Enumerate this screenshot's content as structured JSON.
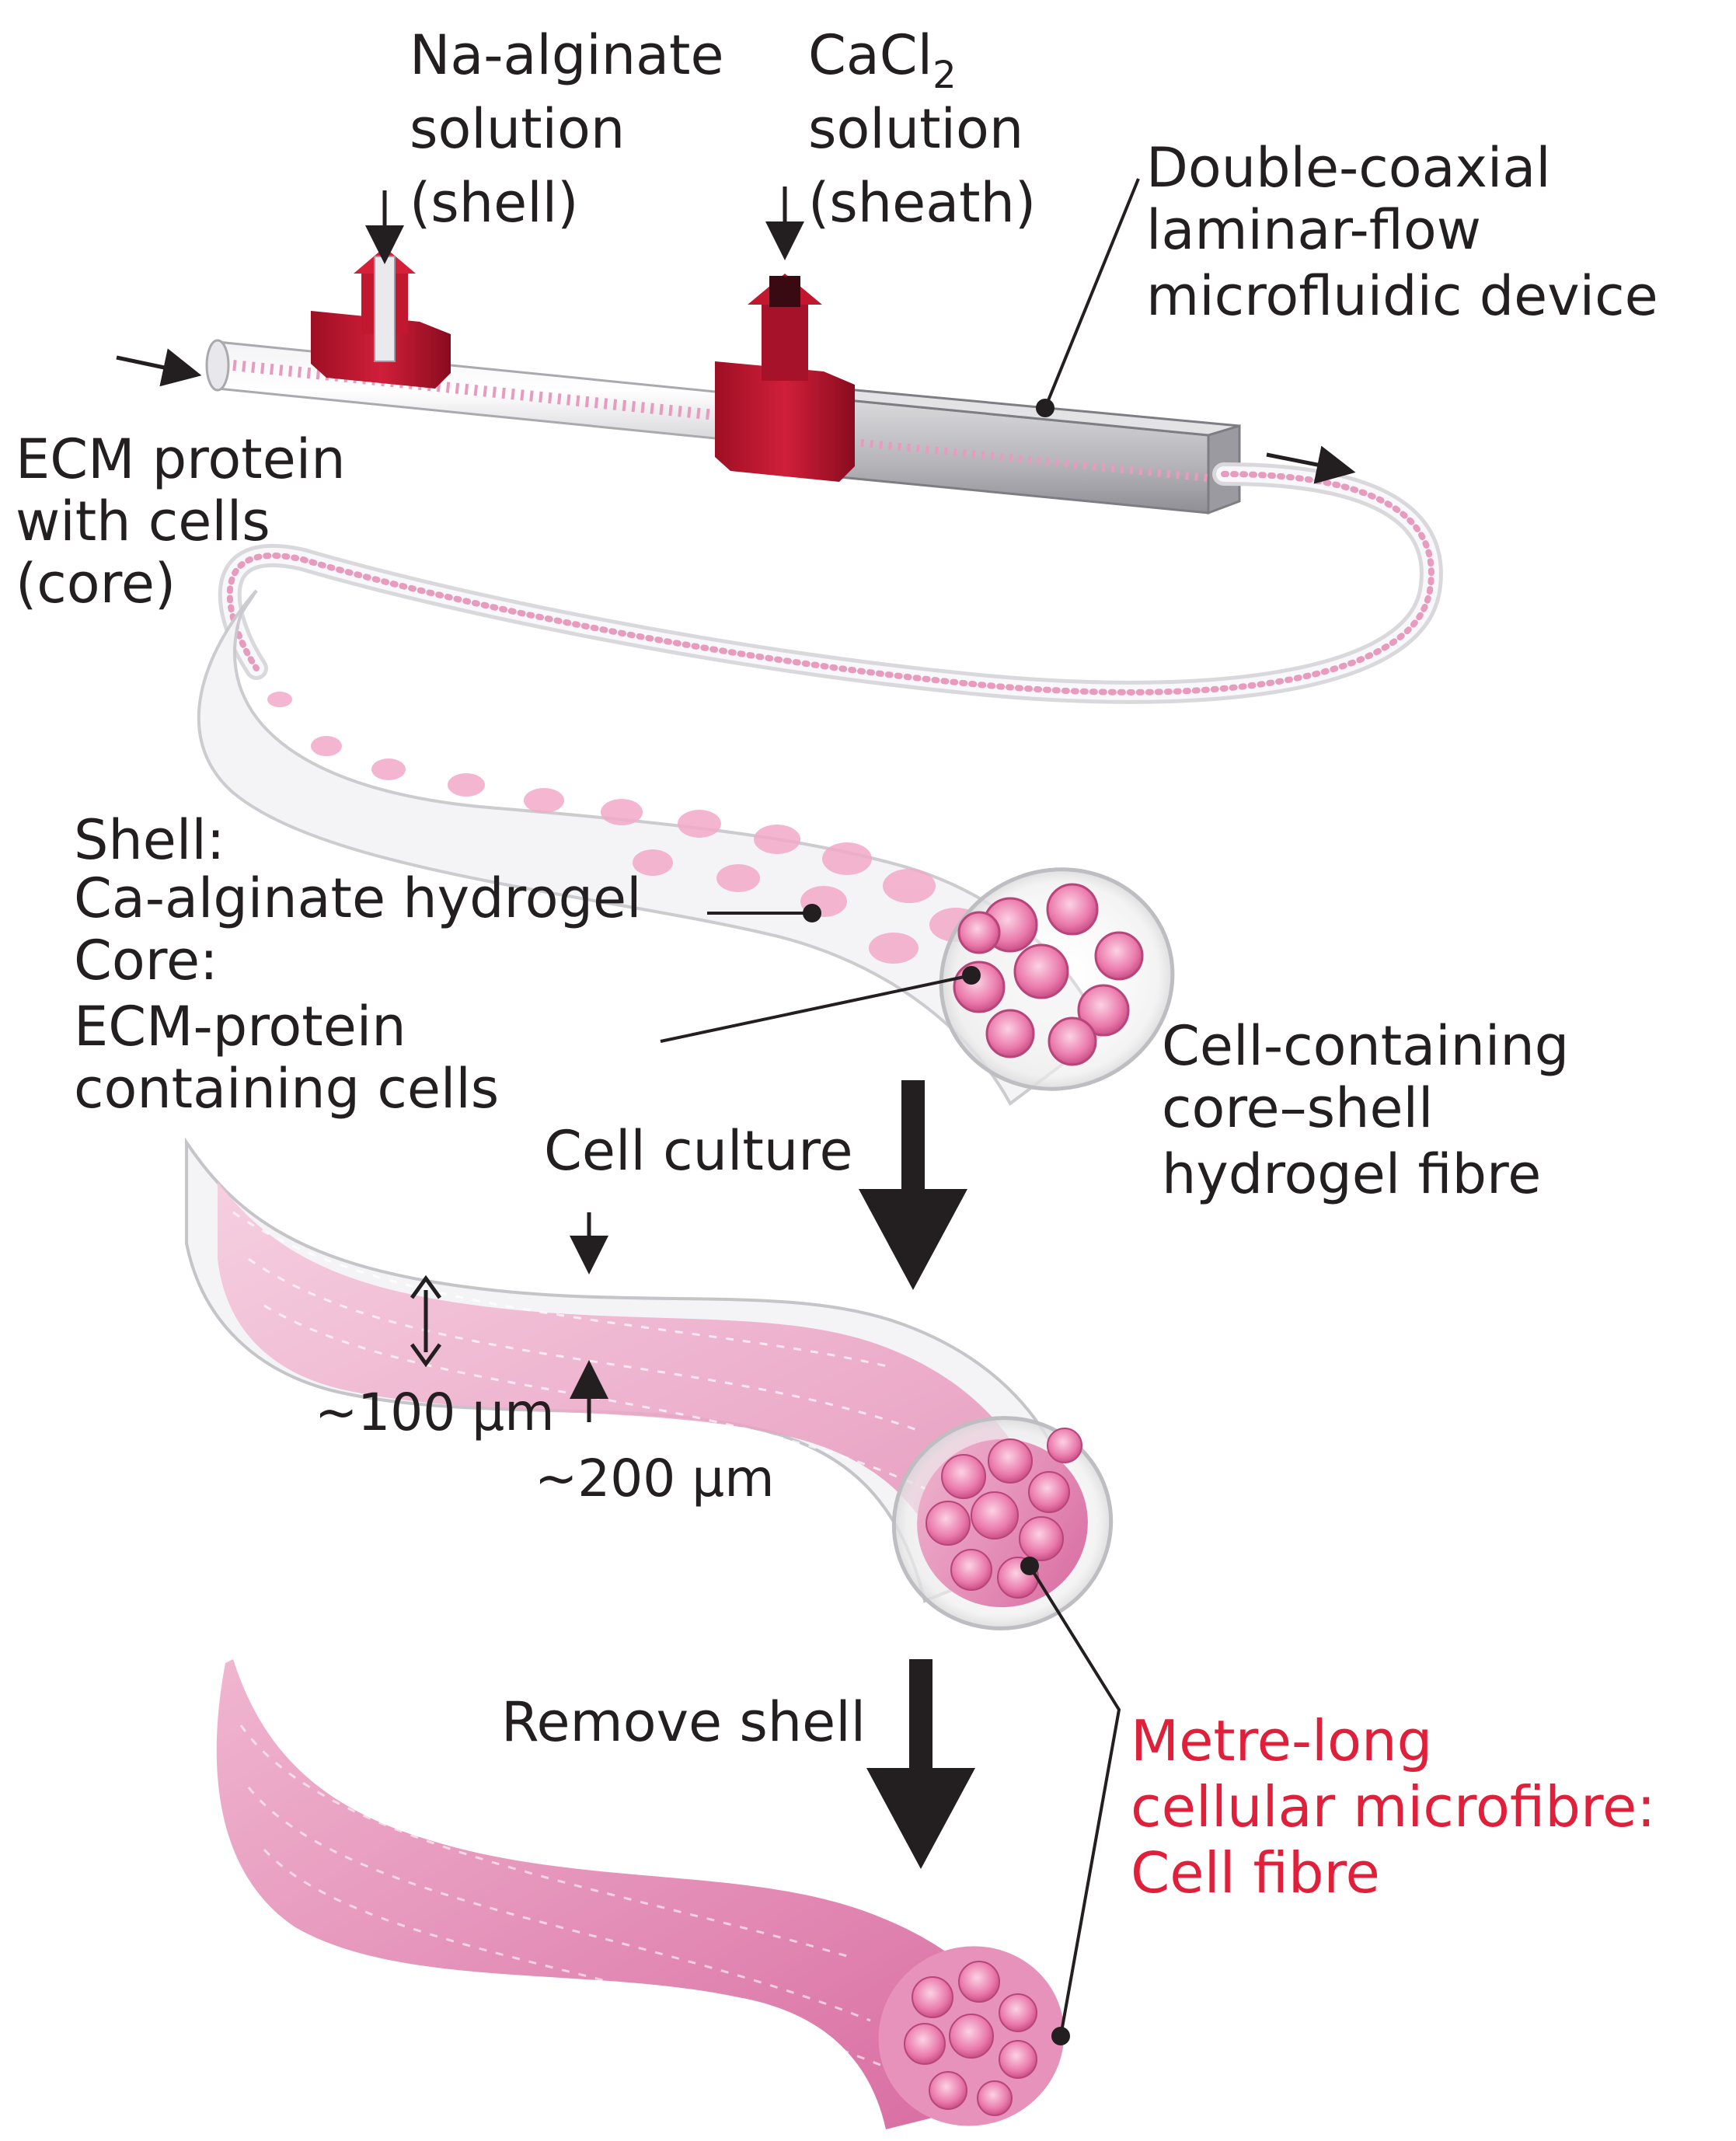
{
  "labels": {
    "na_alginate": [
      "Na-alginate",
      "solution",
      "(shell)"
    ],
    "cacl2": [
      "CaCl",
      "2",
      "solution",
      "(sheath)"
    ],
    "device": [
      "Double-coaxial",
      "laminar-flow",
      "microfluidic device"
    ],
    "ecm": [
      "ECM protein",
      "with cells",
      "(core)"
    ],
    "shell_core": [
      "Shell:",
      "Ca-alginate hydrogel",
      "Core:",
      "ECM-protein",
      "containing cells"
    ],
    "cell_containing": [
      "Cell-containing",
      "core–shell",
      "hydrogel fibre"
    ],
    "cell_culture": "Cell culture",
    "dim_100": "~100 μm",
    "dim_200": "~200 μm",
    "remove_shell": "Remove shell",
    "metre_long": [
      "Metre-long",
      "cellular microfibre:",
      "Cell fibre"
    ]
  },
  "colors": {
    "accent_red": "#e0203a",
    "connector_red": "#c8102e",
    "fibre_pink": "#e07aa8",
    "cell_pink": "#e86aa0",
    "device_gray": "#b9b9bd",
    "text": "#231f20"
  }
}
